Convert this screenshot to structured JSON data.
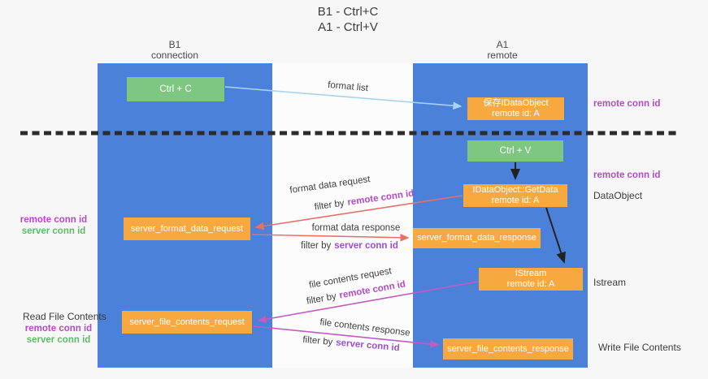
{
  "title": {
    "line1": "B1 - Ctrl+C",
    "line2": "A1 - Ctrl+V"
  },
  "columns": {
    "left": {
      "header1": "B1",
      "header2": "connection"
    },
    "right": {
      "header1": "A1",
      "header2": "remote"
    }
  },
  "boxes": {
    "ctrl_c": "Ctrl + C",
    "ctrl_v": "Ctrl + V",
    "save_obj1": "保存IDataObject",
    "save_obj2": "remote id: A",
    "getdata1": "IDataObject::GetData",
    "getdata2": "remote id: A",
    "istream1": "IStream",
    "istream2": "remote id: A",
    "format_request": "server_format_data_request",
    "format_response": "server_format_data_response",
    "file_request": "server_file_contents_request",
    "file_response": "server_file_contents_response"
  },
  "labels": {
    "format_list": "format list",
    "format_data_request": "format data request",
    "format_data_response": "format data response",
    "file_contents_request": "file contents request",
    "file_contents_response": "file contents response",
    "filter_by": "filter by",
    "remote_conn_id": "remote conn id",
    "server_conn_id": "server conn id",
    "read_file_contents": "Read File Contents",
    "write_file_contents": "Write File Contents",
    "dataobject": "DataObject",
    "istream": "Istream"
  },
  "colors": {
    "bg": "#f7f7f8",
    "panel": "#fcfcfc",
    "column-blue": "#4b81d8",
    "box-green": "#7ec781",
    "box-orange": "#f7a93f",
    "arrow-lightblue": "#a9d4f1",
    "arrow-black": "#222222",
    "arrow-red": "#e8706b",
    "arrow-magenta": "#c45ac4",
    "text-dark": "#3d3d3d",
    "text-purple": "#b14cc3",
    "text-green": "#5fbb66",
    "text-violet": "#9d4fd1",
    "dash": "#2b2b2b"
  }
}
